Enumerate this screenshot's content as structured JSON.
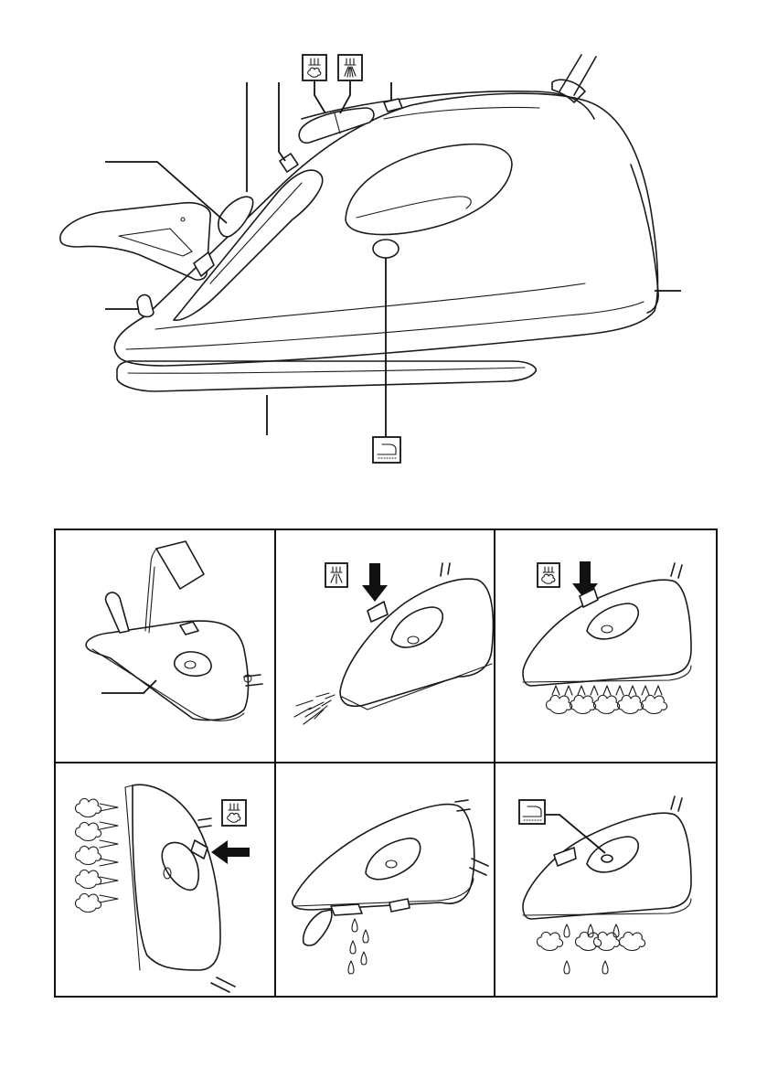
{
  "figure": {
    "main": {
      "description_labels": [],
      "callout_icons": [
        "spray-icon",
        "steam-burst-icon",
        "steam-burst-icon",
        "soleplate-indicator-icon"
      ]
    },
    "panels": [
      {
        "index": 1,
        "icons": [
          "measuring-cup-icon"
        ]
      },
      {
        "index": 2,
        "icons": [
          "spray-icon",
          "press-arrow-icon"
        ]
      },
      {
        "index": 3,
        "icons": [
          "steam-burst-icon",
          "press-arrow-icon"
        ]
      },
      {
        "index": 4,
        "icons": [
          "steam-burst-icon",
          "press-arrow-icon"
        ]
      },
      {
        "index": 5,
        "icons": [
          "drip-icon"
        ]
      },
      {
        "index": 6,
        "icons": [
          "soleplate-indicator-icon",
          "steam-cloud-icon"
        ]
      }
    ],
    "colors": {
      "ink": "#111111",
      "paper": "#ffffff"
    }
  }
}
